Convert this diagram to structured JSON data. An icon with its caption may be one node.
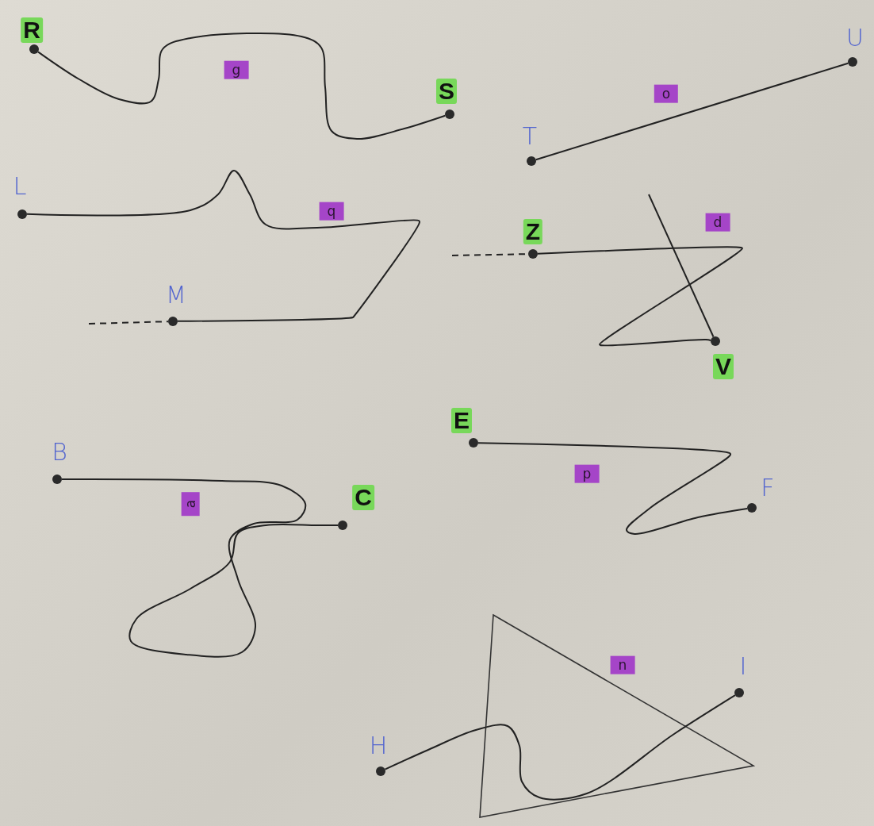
{
  "diagram": {
    "nodes": [
      {
        "text": [
          "R"
        ]
      },
      {
        "text": [
          "U"
        ]
      },
      {
        "text": [
          "S"
        ]
      },
      {
        "text": [
          "T"
        ]
      },
      {
        "text": [
          "L"
        ]
      },
      {
        "text": [
          "Z"
        ]
      },
      {
        "text": [
          "M"
        ]
      },
      {
        "text": [
          "V"
        ]
      },
      {
        "text": [
          "E"
        ]
      },
      {
        "text": [
          "B"
        ]
      },
      {
        "text": [
          "C"
        ]
      },
      {
        "text": [
          "F"
        ]
      },
      {
        "text": [
          "I"
        ]
      },
      {
        "text": [
          "H"
        ]
      }
    ],
    "edges": [
      {
        "from": 0,
        "to": 2,
        "arrow": "none",
        "label": "g"
      },
      {
        "from": 3,
        "to": 1,
        "arrow": "none",
        "label": "o"
      },
      {
        "from": 4,
        "to": 6,
        "arrow": "none",
        "label": "q"
      },
      {
        "from": null,
        "to": 6,
        "arrow": "none",
        "style": "dashed"
      },
      {
        "from": 5,
        "to": 7,
        "arrow": "none",
        "label": "d"
      },
      {
        "from": null,
        "to": 7,
        "arrow": "none"
      },
      {
        "from": null,
        "to": 5,
        "arrow": "none",
        "style": "dashed"
      },
      {
        "from": 8,
        "to": 11,
        "arrow": "none",
        "label": "p"
      },
      {
        "from": 9,
        "to": 10,
        "arrow": "none",
        "label": "a"
      },
      {
        "from": 13,
        "to": 12,
        "arrow": "none"
      }
    ],
    "labels": [
      "n"
    ]
  }
}
